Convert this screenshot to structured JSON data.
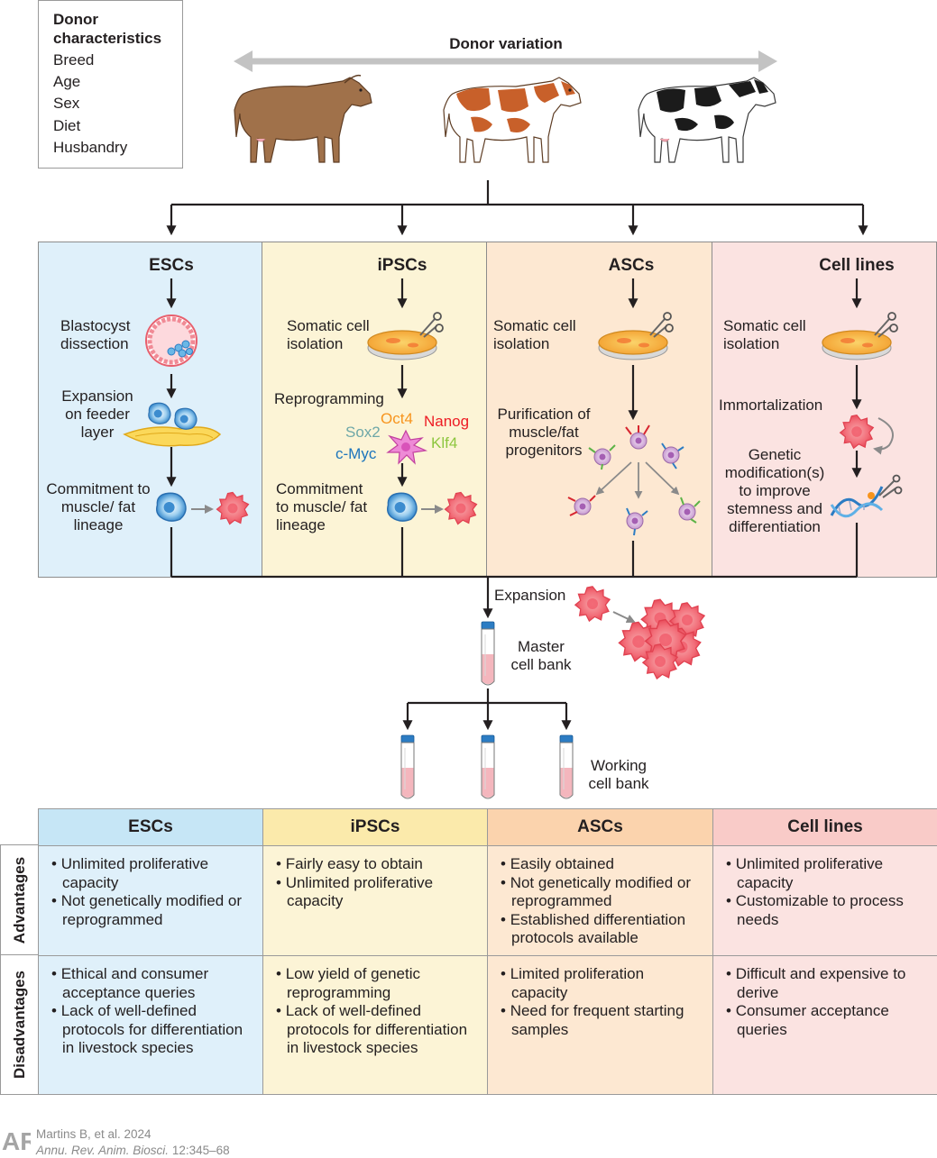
{
  "donor_box": {
    "title": "Donor characteristics",
    "items": [
      "Breed",
      "Age",
      "Sex",
      "Diet",
      "Husbandry"
    ]
  },
  "donor_variation_label": "Donor variation",
  "panels": [
    {
      "title": "ESCs",
      "steps": [
        "Blastocyst dissection",
        "Expansion on feeder layer",
        "Commitment to muscle/ fat lineage"
      ]
    },
    {
      "title": "iPSCs",
      "steps": [
        "Somatic cell isolation",
        "Reprogramming",
        "Commitment to muscle/ fat lineage"
      ],
      "factors": {
        "oct4": "Oct4",
        "nanog": "Nanog",
        "sox2": "Sox2",
        "klf4": "Klf4",
        "cmyc": "c-Myc"
      }
    },
    {
      "title": "ASCs",
      "steps": [
        "Somatic cell isolation",
        "Purification of muscle/fat progenitors"
      ]
    },
    {
      "title": "Cell lines",
      "steps": [
        "Somatic cell isolation",
        "Immortalization",
        "Genetic modification(s) to improve stemness and differentiation"
      ]
    }
  ],
  "expansion_label": "Expansion",
  "master_bank_label": "Master cell bank",
  "working_bank_label": "Working cell bank",
  "table": {
    "columns": [
      "ESCs",
      "iPSCs",
      "ASCs",
      "Cell lines"
    ],
    "row_labels": [
      "Advantages",
      "Disadvantages"
    ],
    "advantages": [
      [
        "Unlimited proliferative capacity",
        "Not genetically modified or reprogrammed"
      ],
      [
        "Fairly easy to obtain",
        "Unlimited proliferative capacity"
      ],
      [
        "Easily obtained",
        "Not genetically modified or reprogrammed",
        "Established differentiation protocols available"
      ],
      [
        "Unlimited proliferative capacity",
        "Customizable to process needs"
      ]
    ],
    "disadvantages": [
      [
        "Ethical and consumer acceptance queries",
        "Lack of well-defined protocols for differentiation in livestock species"
      ],
      [
        "Low yield of genetic reprogramming",
        "Lack of well-defined protocols for differentiation in livestock species"
      ],
      [
        "Limited proliferation capacity",
        "Need for frequent starting samples"
      ],
      [
        "Difficult and expensive to derive",
        "Consumer acceptance queries"
      ]
    ]
  },
  "footer": {
    "logo_text": "AR",
    "citation": "Martins B, et al. 2024",
    "journal": "Annu. Rev. Anim. Biosci.",
    "pages": " 12:345–68"
  },
  "colors": {
    "esc_bg": "#dff0fa",
    "ipsc_bg": "#fcf4d6",
    "asc_bg": "#fde8d2",
    "cell_bg": "#fbe3e1",
    "esc_head": "#c6e6f6",
    "ipsc_head": "#fbeaab",
    "asc_head": "#fbd3ad",
    "cell_head": "#f9cbc8",
    "arrow": "#231f20",
    "gray_arrow": "#bdbdbd",
    "oct4": "#f7941d",
    "nanog": "#ed1c24",
    "sox2": "#6fa8a8",
    "klf4": "#8dc63f",
    "cmyc": "#1c75bc"
  },
  "icons": [
    "cow-brown-icon",
    "cow-red-white-icon",
    "cow-holstein-icon",
    "blastocyst-icon",
    "petri-dish-icon",
    "scissors-icon",
    "stem-cell-icon",
    "muscle-cell-icon",
    "progenitor-cell-icon",
    "dna-icon",
    "test-tube-icon",
    "ar-logo-icon"
  ]
}
